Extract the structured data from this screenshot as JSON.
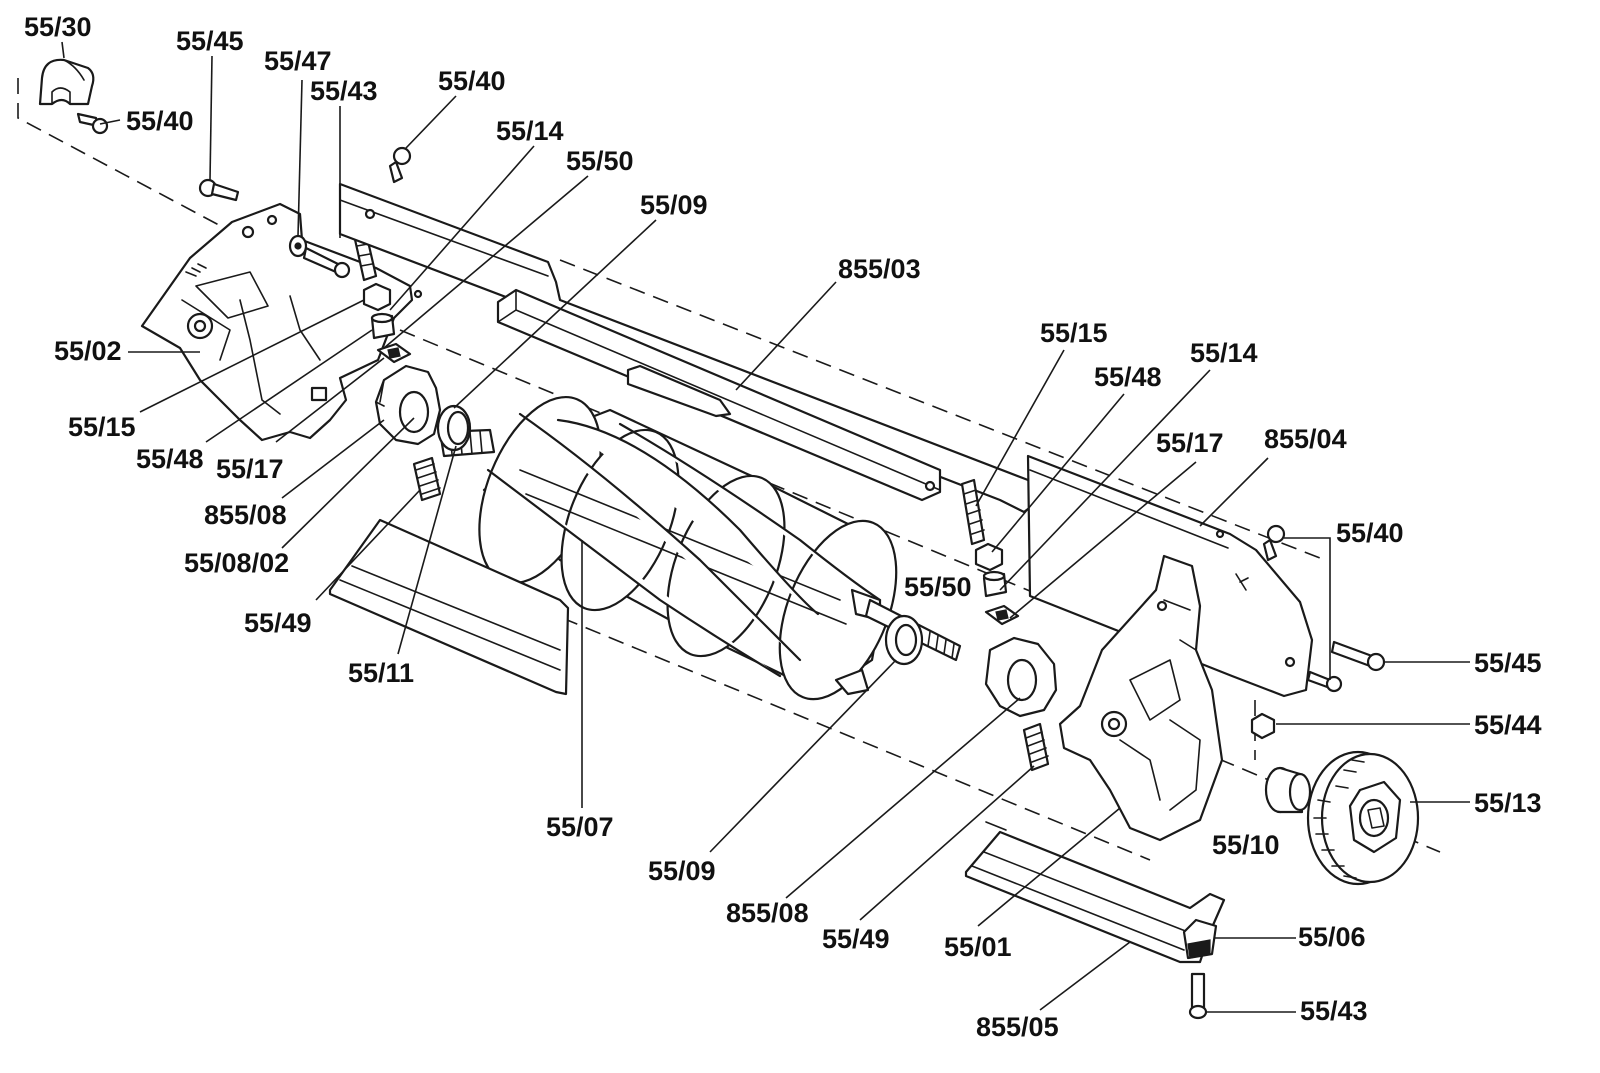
{
  "labels": {
    "l_55_30": "55/30",
    "l_55_45_top": "55/45",
    "l_55_47": "55/47",
    "l_55_43_top": "55/43",
    "l_55_40_tl": "55/40",
    "l_55_40_top": "55/40",
    "l_55_14_top": "55/14",
    "l_55_50_top": "55/50",
    "l_55_09_top": "55/09",
    "l_855_03": "855/03",
    "l_55_02": "55/02",
    "l_55_15_left": "55/15",
    "l_55_48_left": "55/48",
    "l_55_17_left": "55/17",
    "l_855_08_left": "855/08",
    "l_55_08_02": "55/08/02",
    "l_55_49_left": "55/49",
    "l_55_11": "55/11",
    "l_55_07": "55/07",
    "l_55_15_right": "55/15",
    "l_55_48_right": "55/48",
    "l_55_14_right": "55/14",
    "l_55_17_right": "55/17",
    "l_855_04": "855/04",
    "l_55_50_right": "55/50",
    "l_55_40_right": "55/40",
    "l_55_45_right": "55/45",
    "l_55_44": "55/44",
    "l_55_13": "55/13",
    "l_55_10": "55/10",
    "l_55_09_bottom": "55/09",
    "l_855_08_bottom": "855/08",
    "l_55_49_bottom": "55/49",
    "l_55_01": "55/01",
    "l_55_06": "55/06",
    "l_855_05": "855/05",
    "l_55_43_bottom": "55/43"
  }
}
